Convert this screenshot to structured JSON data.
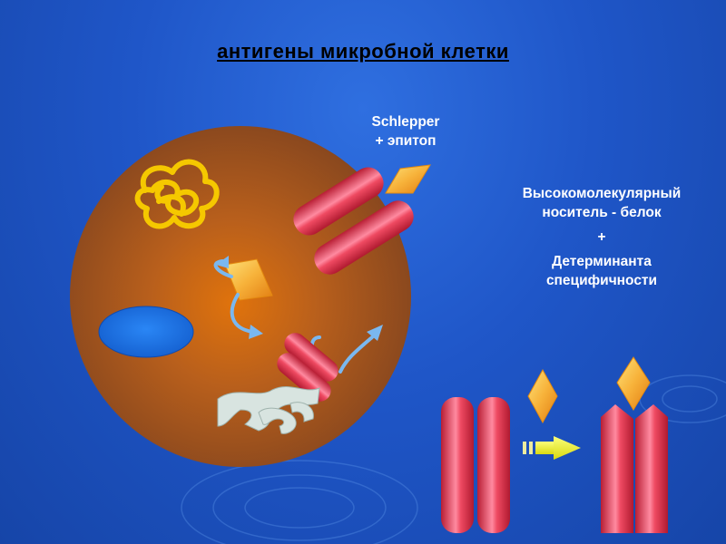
{
  "slide": {
    "title": "антигены микробной  клетки",
    "schlepper_line1": "Schlepper",
    "schlepper_line2": "+ эпитоп",
    "carrier_line1": "Высокомолекулярный",
    "carrier_line2": "носитель - белок",
    "plus": "+",
    "determinant_line1": "Детерминанта",
    "determinant_line2": "специфичности"
  },
  "colors": {
    "background": "#1f56c8",
    "cell": "#a0521a",
    "protein_red": "#e8374f",
    "epitope_orange": "#f5a52a",
    "nucleoid_blue": "#1c6fe0",
    "arrow_yellow": "#f3f31a"
  }
}
